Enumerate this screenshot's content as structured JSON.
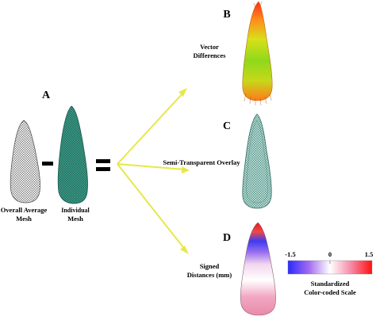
{
  "panels": {
    "a": "A",
    "b": "B",
    "c": "C",
    "d": "D"
  },
  "labels": {
    "overall_average_mesh_line1": "Overall Average",
    "overall_average_mesh_line2": "Mesh",
    "individual_mesh_line1": "Individual",
    "individual_mesh_line2": "Mesh",
    "vector_differences_line1": "Vector",
    "vector_differences_line2": "Differences",
    "semi_transparent_overlay": "Semi-Transparent  Overlay",
    "signed_distances_line1": "Signed",
    "signed_distances_line2": "Distances (mm)"
  },
  "scale": {
    "min_label": "-1.5",
    "mid_label": "0",
    "max_label": "1.5",
    "title_line1": "Standardized",
    "title_line2": "Color-coded  Scale",
    "color_low": "#2a2aff",
    "color_mid": "#ffffff",
    "color_high": "#ff1010"
  },
  "colors": {
    "average_mesh": "#c8c8c8",
    "individual_mesh": "#2e8c78",
    "arrow": "#e6e84a",
    "overlay_mesh": "#5a9e92"
  }
}
